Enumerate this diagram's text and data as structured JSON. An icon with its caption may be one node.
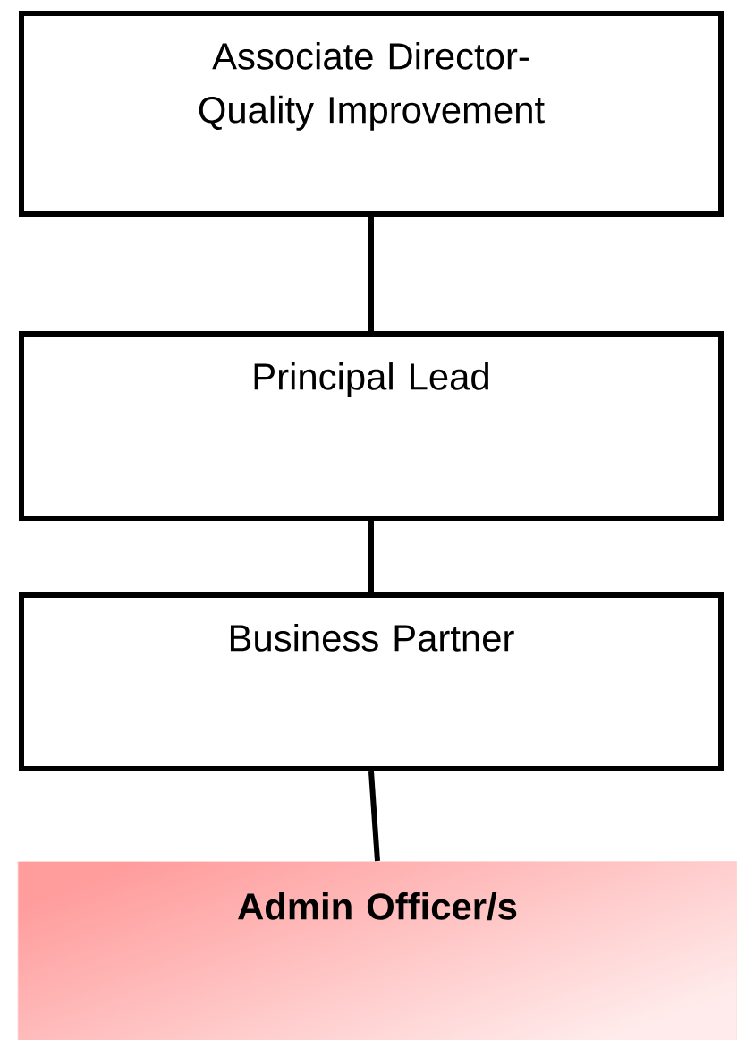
{
  "diagram": {
    "nodes": [
      {
        "text": [
          "Associate Director- Quality Improvement"
        ]
      },
      {
        "text": [
          "Principal Lead"
        ]
      },
      {
        "text": [
          "Business Partner"
        ]
      },
      {
        "text": [
          "Admin Officer/s"
        ]
      }
    ],
    "edges": [
      {
        "from": 0,
        "to": 1,
        "arrow": "none"
      },
      {
        "from": 1,
        "to": 2,
        "arrow": "none"
      },
      {
        "from": 2,
        "to": 3,
        "arrow": "none"
      }
    ]
  }
}
